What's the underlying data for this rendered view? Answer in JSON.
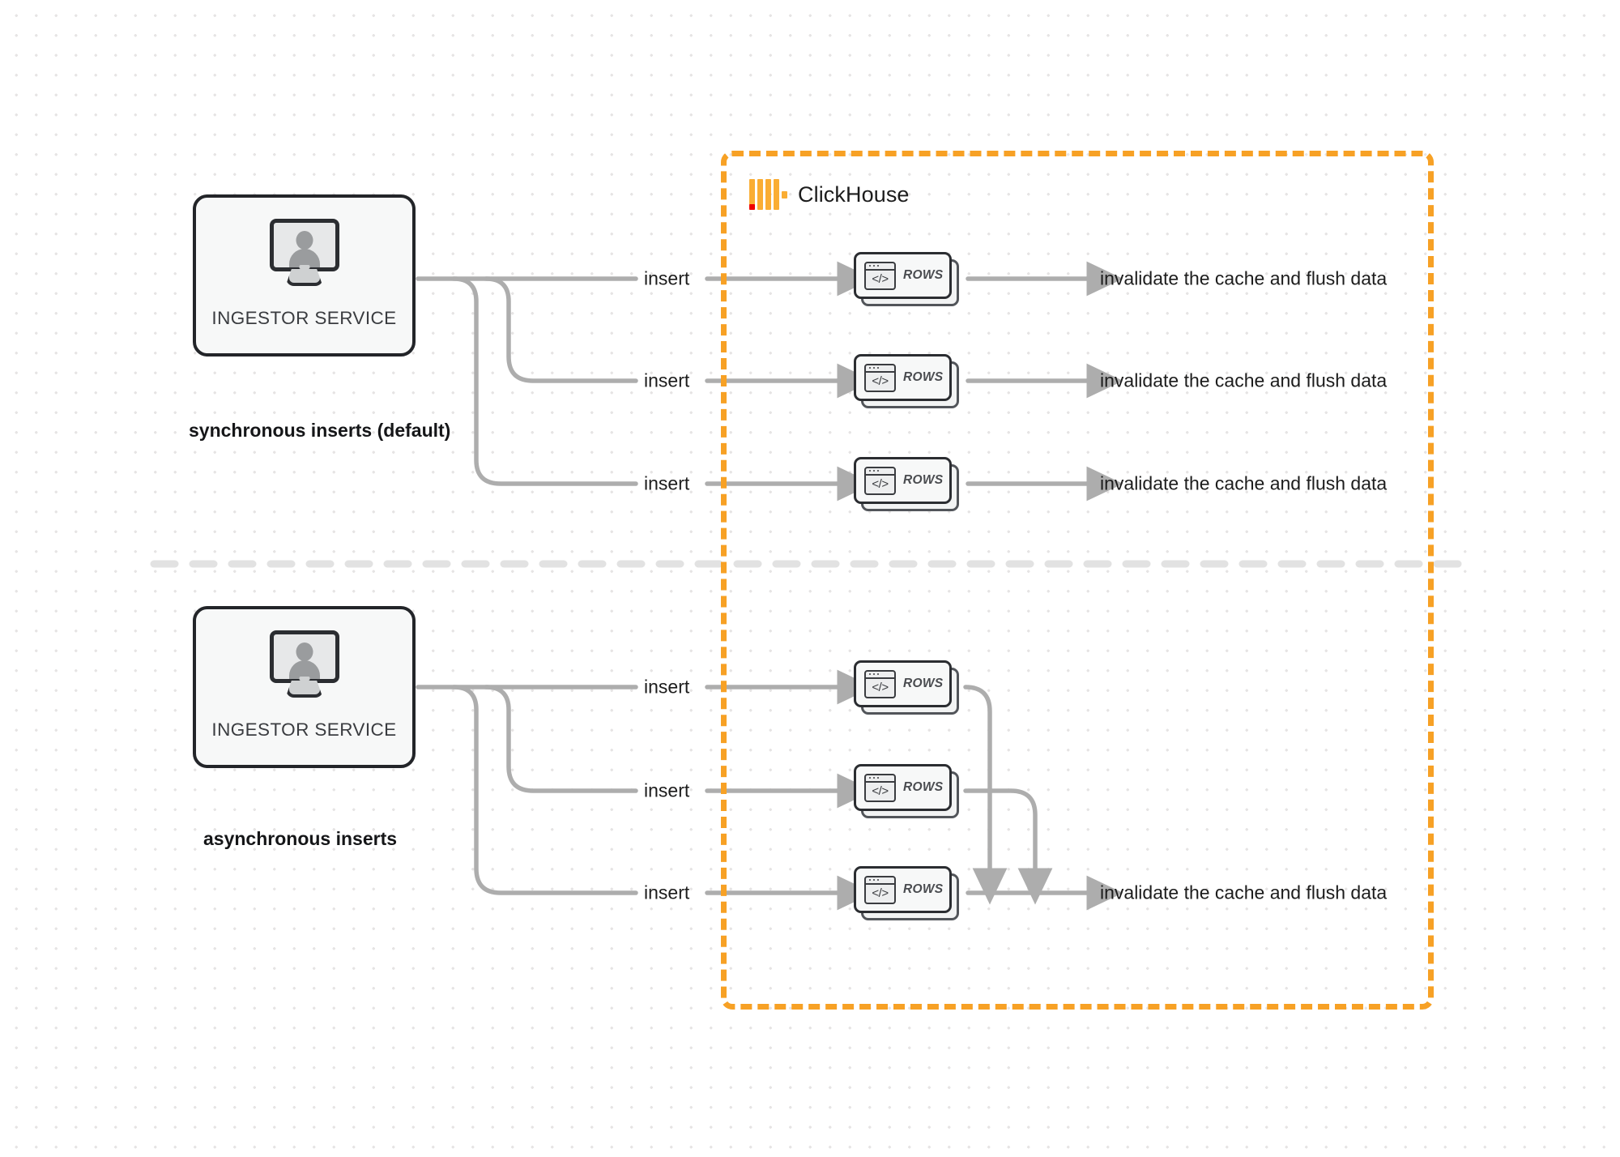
{
  "diagram": {
    "title": "ClickHouse synchronous vs asynchronous inserts",
    "colors": {
      "accent_orange": "#F7A125",
      "logo_orange": "#FAAD33",
      "logo_red": "#EF0000",
      "wire_gray": "#ADADAD",
      "node_border": "#2b2d31",
      "node_fill": "#F7F8F8",
      "background": "#ffffff",
      "dot_grid": "#e6e4e4",
      "divider": "#E2E2E2"
    }
  },
  "boundary": {
    "name": "ClickHouse",
    "logo_icon": "clickhouse-logo-icon"
  },
  "sections": [
    {
      "id": "sync",
      "caption": "synchronous inserts (default)",
      "source": {
        "label": "INGESTOR SERVICE",
        "icon": "monitor-user-icon"
      },
      "rows": [
        {
          "edge_label": "insert",
          "node_label": "ROWS",
          "node_icon": "code-window-icon",
          "outcome": "invalidate the cache and flush data"
        },
        {
          "edge_label": "insert",
          "node_label": "ROWS",
          "node_icon": "code-window-icon",
          "outcome": "invalidate the cache and flush data"
        },
        {
          "edge_label": "insert",
          "node_label": "ROWS",
          "node_icon": "code-window-icon",
          "outcome": "invalidate the cache and flush data"
        }
      ]
    },
    {
      "id": "async",
      "caption": "asynchronous inserts",
      "source": {
        "label": "INGESTOR SERVICE",
        "icon": "monitor-user-icon"
      },
      "rows": [
        {
          "edge_label": "insert",
          "node_label": "ROWS",
          "node_icon": "code-window-icon",
          "outcome": ""
        },
        {
          "edge_label": "insert",
          "node_label": "ROWS",
          "node_icon": "code-window-icon",
          "outcome": ""
        },
        {
          "edge_label": "insert",
          "node_label": "ROWS",
          "node_icon": "code-window-icon",
          "outcome": "invalidate the cache and flush data"
        }
      ],
      "merged_outcome": "invalidate the cache and flush data"
    }
  ]
}
